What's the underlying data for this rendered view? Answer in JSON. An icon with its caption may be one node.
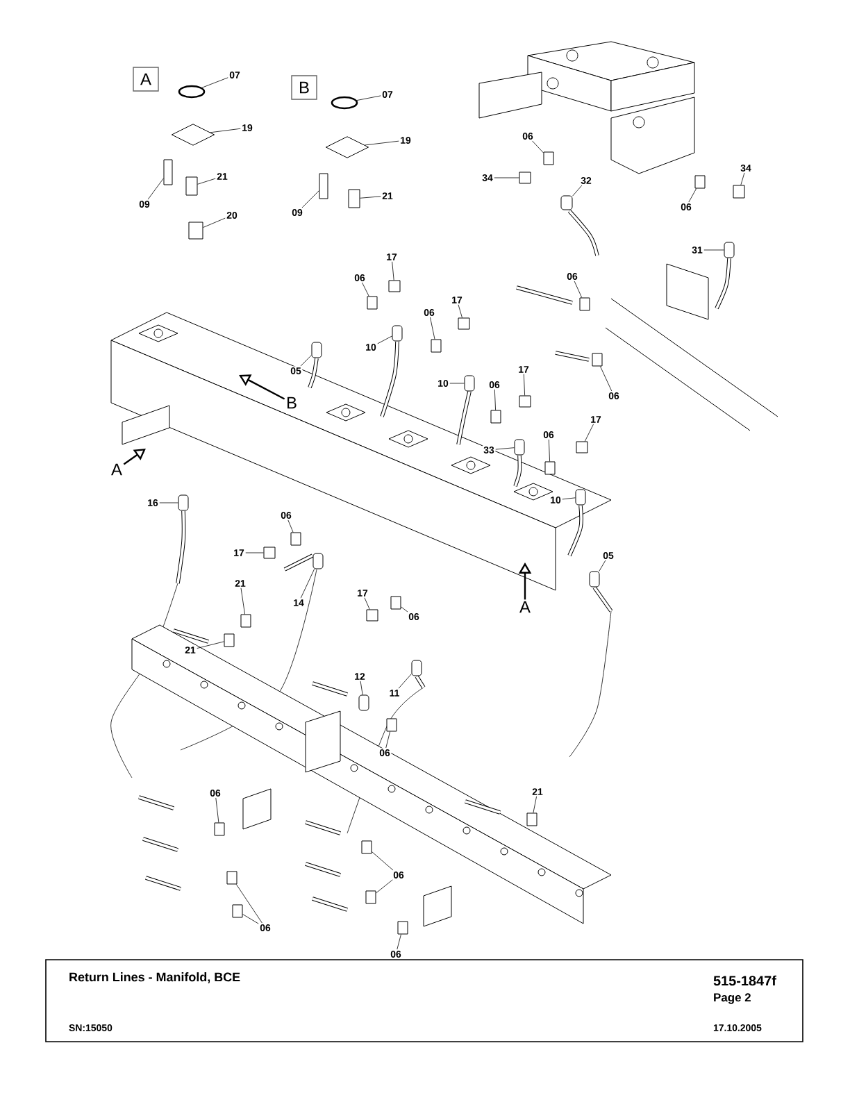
{
  "diagram": {
    "title": "Return Lines - Manifold, BCE",
    "nodes": [
      {
        "text": [
          "A"
        ]
      },
      {
        "text": [
          "07"
        ]
      },
      {
        "text": [
          "19"
        ]
      },
      {
        "text": [
          "09"
        ]
      },
      {
        "text": [
          "21"
        ]
      },
      {
        "text": [
          "20"
        ]
      },
      {
        "text": [
          "B"
        ]
      },
      {
        "text": [
          "07"
        ]
      },
      {
        "text": [
          "19"
        ]
      },
      {
        "text": [
          "09"
        ]
      },
      {
        "text": [
          "21"
        ]
      },
      {
        "text": [
          "06"
        ]
      },
      {
        "text": [
          "34"
        ]
      },
      {
        "text": [
          "32"
        ]
      },
      {
        "text": [
          "34"
        ]
      },
      {
        "text": [
          "06"
        ]
      },
      {
        "text": [
          "31"
        ]
      },
      {
        "text": [
          "06"
        ]
      },
      {
        "text": [
          "17"
        ]
      },
      {
        "text": [
          "06"
        ]
      },
      {
        "text": [
          "17"
        ]
      },
      {
        "text": [
          "06"
        ]
      },
      {
        "text": [
          "10"
        ]
      },
      {
        "text": [
          "05"
        ]
      },
      {
        "text": [
          "10"
        ]
      },
      {
        "text": [
          "B"
        ]
      },
      {
        "text": [
          "06"
        ]
      },
      {
        "text": [
          "17"
        ]
      },
      {
        "text": [
          "06"
        ]
      },
      {
        "text": [
          "A"
        ]
      },
      {
        "text": [
          "33"
        ]
      },
      {
        "text": [
          "17"
        ]
      },
      {
        "text": [
          "06"
        ]
      },
      {
        "text": [
          "16"
        ]
      },
      {
        "text": [
          "10"
        ]
      },
      {
        "text": [
          "06"
        ]
      },
      {
        "text": [
          "17"
        ]
      },
      {
        "text": [
          "05"
        ]
      },
      {
        "text": [
          "21"
        ]
      },
      {
        "text": [
          "14"
        ]
      },
      {
        "text": [
          "A"
        ]
      },
      {
        "text": [
          "17"
        ]
      },
      {
        "text": [
          "06"
        ]
      },
      {
        "text": [
          "21"
        ]
      },
      {
        "text": [
          "12"
        ]
      },
      {
        "text": [
          "11"
        ]
      },
      {
        "text": [
          "06"
        ]
      },
      {
        "text": [
          "06"
        ]
      },
      {
        "text": [
          "21"
        ]
      },
      {
        "text": [
          "06"
        ]
      },
      {
        "text": [
          "06"
        ]
      },
      {
        "text": [
          "06"
        ]
      },
      {
        "text": [],
        "shape": "circle"
      },
      {
        "text": [],
        "shape": "diamond"
      },
      {
        "text": [],
        "shape": "box"
      },
      {
        "text": [],
        "shape": "box"
      },
      {
        "text": [],
        "shape": "box"
      },
      {
        "text": [],
        "shape": "circle"
      },
      {
        "text": [],
        "shape": "diamond"
      },
      {
        "text": [],
        "shape": "box"
      },
      {
        "text": [],
        "shape": "box"
      },
      {
        "text": [],
        "shape": "box"
      },
      {
        "text": [],
        "shape": "box"
      },
      {
        "text": [],
        "shape": "cylinder"
      },
      {
        "text": [],
        "shape": "box"
      },
      {
        "text": [],
        "shape": "box"
      },
      {
        "text": [],
        "shape": "cylinder"
      },
      {
        "text": [],
        "shape": "box"
      },
      {
        "text": [],
        "shape": "box"
      },
      {
        "text": [],
        "shape": "box"
      },
      {
        "text": [],
        "shape": "box"
      },
      {
        "text": [],
        "shape": "box"
      },
      {
        "text": [],
        "shape": "cylinder"
      },
      {
        "text": [],
        "shape": "cylinder"
      },
      {
        "text": [],
        "shape": "cylinder"
      },
      {
        "text": [],
        "shape": "box"
      },
      {
        "text": [],
        "shape": "box"
      },
      {
        "text": [],
        "shape": "box"
      },
      {
        "text": [],
        "shape": "cylinder"
      },
      {
        "text": [],
        "shape": "box"
      },
      {
        "text": [],
        "shape": "box"
      },
      {
        "text": [],
        "shape": "cylinder"
      },
      {
        "text": [],
        "shape": "cylinder"
      },
      {
        "text": [],
        "shape": "box"
      },
      {
        "text": [],
        "shape": "box"
      },
      {
        "text": [],
        "shape": "cylinder"
      },
      {
        "text": [],
        "shape": "box"
      },
      {
        "text": [],
        "shape": "cylinder"
      },
      {
        "text": [],
        "shape": "box"
      },
      {
        "text": [],
        "shape": "box"
      },
      {
        "text": [],
        "shape": "box"
      },
      {
        "text": [],
        "shape": "cylinder"
      },
      {
        "text": [],
        "shape": "cylinder"
      },
      {
        "text": [],
        "shape": "box"
      },
      {
        "text": [],
        "shape": "box"
      },
      {
        "text": [],
        "shape": "box"
      },
      {
        "text": [],
        "shape": "box"
      },
      {
        "text": [],
        "shape": "box"
      },
      {
        "text": [],
        "shape": "box"
      },
      {
        "text": [],
        "shape": "box"
      },
      {
        "text": [],
        "shape": "box"
      }
    ],
    "edges": [
      {
        "from": 1,
        "to": 52,
        "arrow": "none"
      },
      {
        "from": 2,
        "to": 53,
        "arrow": "none"
      },
      {
        "from": 3,
        "to": 54,
        "arrow": "none"
      },
      {
        "from": 4,
        "to": 55,
        "arrow": "none"
      },
      {
        "from": 5,
        "to": 56,
        "arrow": "none"
      },
      {
        "from": 7,
        "to": 57,
        "arrow": "none"
      },
      {
        "from": 8,
        "to": 58,
        "arrow": "none"
      },
      {
        "from": 9,
        "to": 59,
        "arrow": "none"
      },
      {
        "from": 10,
        "to": 60,
        "arrow": "none"
      },
      {
        "from": 11,
        "to": 61,
        "arrow": "none"
      },
      {
        "from": 12,
        "to": 62,
        "arrow": "none"
      },
      {
        "from": 13,
        "to": 63,
        "arrow": "none"
      },
      {
        "from": 14,
        "to": 64,
        "arrow": "none"
      },
      {
        "from": 15,
        "to": 65,
        "arrow": "none"
      },
      {
        "from": 16,
        "to": 66,
        "arrow": "none"
      },
      {
        "from": 17,
        "to": 67,
        "arrow": "none"
      },
      {
        "from": 18,
        "to": 68,
        "arrow": "none"
      },
      {
        "from": 19,
        "to": 69,
        "arrow": "none"
      },
      {
        "from": 20,
        "to": 70,
        "arrow": "none"
      },
      {
        "from": 21,
        "to": 71,
        "arrow": "none"
      },
      {
        "from": 22,
        "to": 72,
        "arrow": "none"
      },
      {
        "from": 23,
        "to": 73,
        "arrow": "none"
      },
      {
        "from": 24,
        "to": 74,
        "arrow": "none"
      },
      {
        "from": 25,
        "to": null,
        "arrow": "to"
      },
      {
        "from": 26,
        "to": 75,
        "arrow": "none"
      },
      {
        "from": 27,
        "to": 76,
        "arrow": "none"
      },
      {
        "from": 28,
        "to": 77,
        "arrow": "none"
      },
      {
        "from": 29,
        "to": null,
        "arrow": "to"
      },
      {
        "from": 30,
        "to": 78,
        "arrow": "none"
      },
      {
        "from": 31,
        "to": 79,
        "arrow": "none"
      },
      {
        "from": 32,
        "to": 80,
        "arrow": "none"
      },
      {
        "from": 33,
        "to": 81,
        "arrow": "none"
      },
      {
        "from": 34,
        "to": 82,
        "arrow": "none"
      },
      {
        "from": 35,
        "to": 83,
        "arrow": "none"
      },
      {
        "from": 36,
        "to": 84,
        "arrow": "none"
      },
      {
        "from": 37,
        "to": 85,
        "arrow": "none"
      },
      {
        "from": 38,
        "to": 86,
        "arrow": "none"
      },
      {
        "from": 39,
        "to": 87,
        "arrow": "none"
      },
      {
        "from": 40,
        "to": null,
        "arrow": "to"
      },
      {
        "from": 41,
        "to": 88,
        "arrow": "none"
      },
      {
        "from": 42,
        "to": 89,
        "arrow": "none"
      },
      {
        "from": 43,
        "to": 90,
        "arrow": "none"
      },
      {
        "from": 44,
        "to": 91,
        "arrow": "none"
      },
      {
        "from": 45,
        "to": 92,
        "arrow": "none"
      },
      {
        "from": 46,
        "to": 93,
        "arrow": "none"
      },
      {
        "from": 47,
        "to": 94,
        "arrow": "none"
      },
      {
        "from": 48,
        "to": 95,
        "arrow": "none"
      },
      {
        "from": 49,
        "to": 96,
        "arrow": "none"
      },
      {
        "from": 49,
        "to": 97,
        "arrow": "none"
      },
      {
        "from": 50,
        "to": 98,
        "arrow": "none"
      },
      {
        "from": 50,
        "to": 99,
        "arrow": "none"
      },
      {
        "from": 51,
        "to": 100,
        "arrow": "none"
      }
    ],
    "labels": [
      "515-1847f",
      "Page 2",
      "SN:15050",
      "17.10.2005"
    ]
  }
}
